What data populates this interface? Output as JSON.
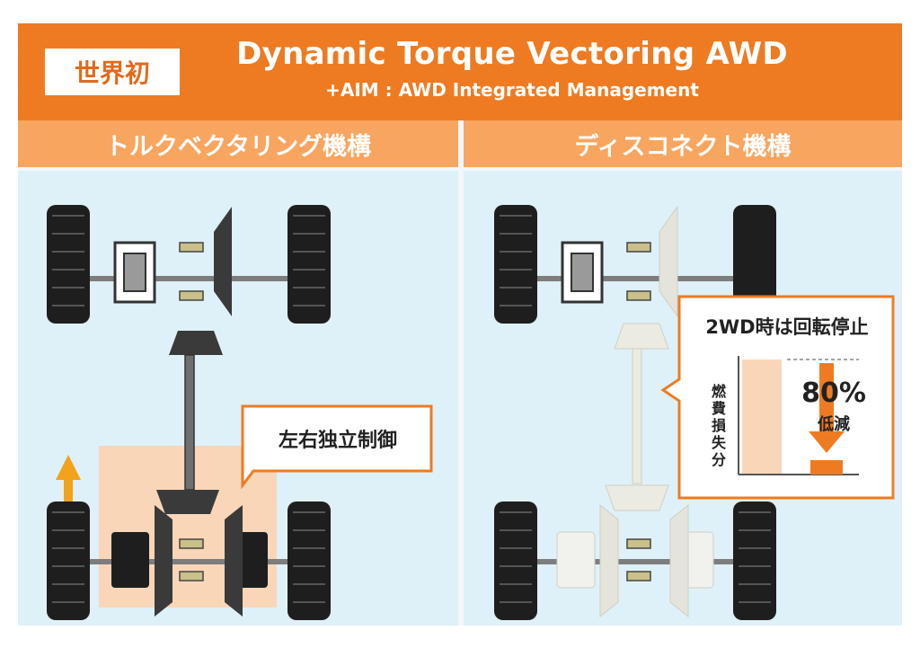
{
  "header": {
    "badge": "世界初",
    "title": "Dynamic Torque Vectoring AWD",
    "subtitle": "+AIM : AWD Integrated Management"
  },
  "left_section": {
    "heading": "トルクベクタリング機構",
    "callout": "左右独立制御"
  },
  "right_section": {
    "heading": "ディスコネクト機構",
    "callout_title": "2WD時は回転停止",
    "chart_ylabel": "燃費損失分",
    "reduction_value": "80%",
    "reduction_label": "低減"
  },
  "colors": {
    "orange": "#ee7b22",
    "light_orange": "#f8a55f",
    "panel_blue": "#def1f8",
    "peach": "#f9d6b8",
    "tire": "#1e1e1e",
    "metal": "#7d7d7d"
  },
  "icons": [
    "up-arrow-icon",
    "down-arrow-icon"
  ]
}
